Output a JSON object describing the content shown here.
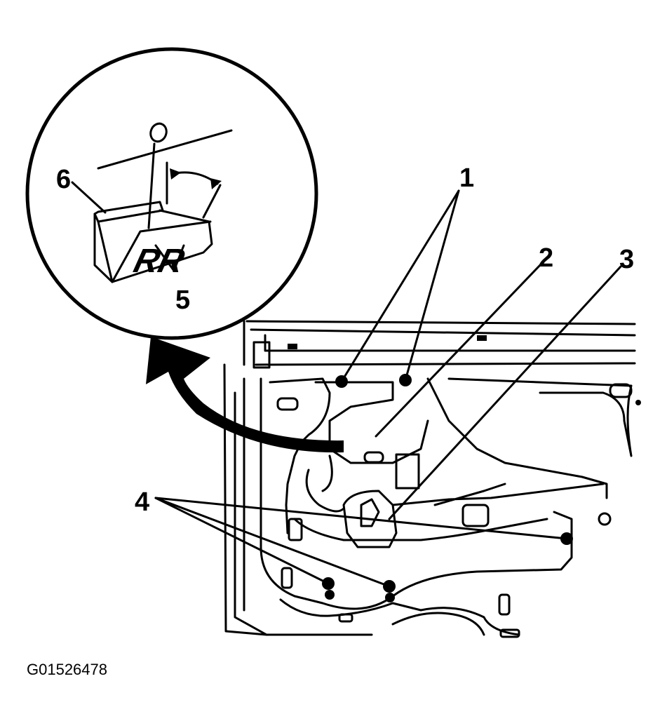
{
  "figure": {
    "figure_id": "G01526478",
    "callouts": [
      {
        "id": "callout-1",
        "label": "1"
      },
      {
        "id": "callout-2",
        "label": "2"
      },
      {
        "id": "callout-3",
        "label": "3"
      },
      {
        "id": "callout-4",
        "label": "4"
      },
      {
        "id": "callout-5",
        "label": "5"
      },
      {
        "id": "callout-6",
        "label": "6"
      }
    ],
    "detail": {
      "hole_mark": "O",
      "tag_text": "RR"
    },
    "colors": {
      "ink": "#000000",
      "paper": "#ffffff"
    }
  }
}
